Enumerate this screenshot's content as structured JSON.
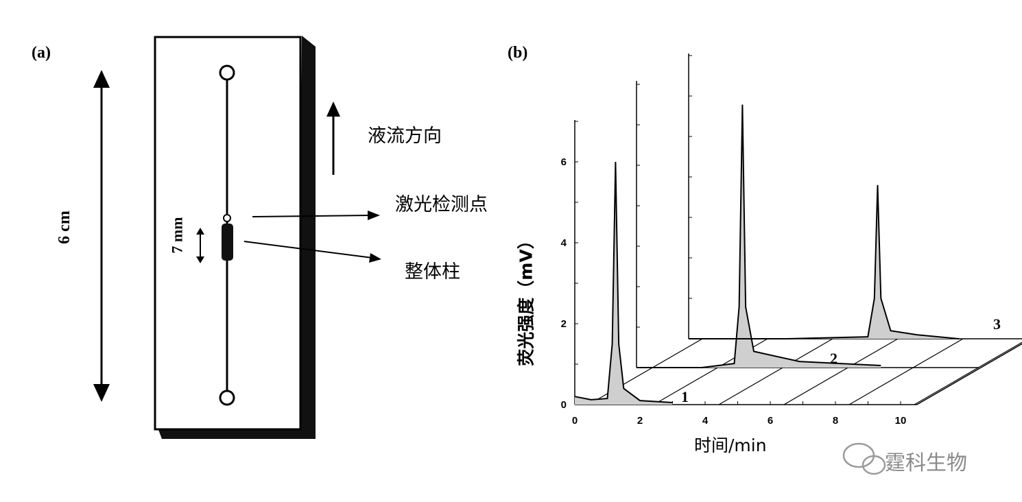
{
  "panel_a": {
    "label": "(a)",
    "length_label": "6 cm",
    "column_length_label": "7 mm",
    "flow_direction_label": "液流方向",
    "laser_detection_label": "激光检测点",
    "monolith_label": "整体柱"
  },
  "panel_b": {
    "label": "(b)",
    "ylabel": "荧光强度（mV）",
    "xlabel": "时间/min",
    "x_ticks": [
      "0",
      "2",
      "4",
      "6",
      "8",
      "10"
    ],
    "y_ticks": [
      "0",
      "2",
      "4",
      "6"
    ],
    "trace_labels": [
      "1",
      "2",
      "3"
    ]
  },
  "chart_data": {
    "type": "line",
    "title": "",
    "xlabel": "时间/min",
    "ylabel": "荧光强度（mV）",
    "xlim": [
      0,
      10
    ],
    "ylim": [
      0,
      7
    ],
    "series": [
      {
        "name": "1",
        "x": [
          0,
          0.5,
          1.0,
          1.15,
          1.25,
          1.35,
          1.5,
          2.0,
          3.0
        ],
        "values": [
          0.2,
          0.12,
          0.15,
          1.5,
          6.0,
          1.5,
          0.4,
          0.1,
          0.05
        ]
      },
      {
        "name": "2",
        "x": [
          0,
          2,
          3.0,
          3.15,
          3.25,
          3.35,
          3.6,
          5,
          7.5
        ],
        "values": [
          0.0,
          0.0,
          0.1,
          1.5,
          6.5,
          1.5,
          0.4,
          0.15,
          0.05
        ]
      },
      {
        "name": "3",
        "x": [
          0,
          3,
          5.5,
          5.7,
          5.8,
          5.9,
          6.2,
          7,
          8.3
        ],
        "values": [
          0.0,
          0.0,
          0.05,
          1.0,
          3.8,
          1.0,
          0.2,
          0.1,
          0.0
        ]
      }
    ]
  },
  "watermark": {
    "text": "霆科生物"
  }
}
